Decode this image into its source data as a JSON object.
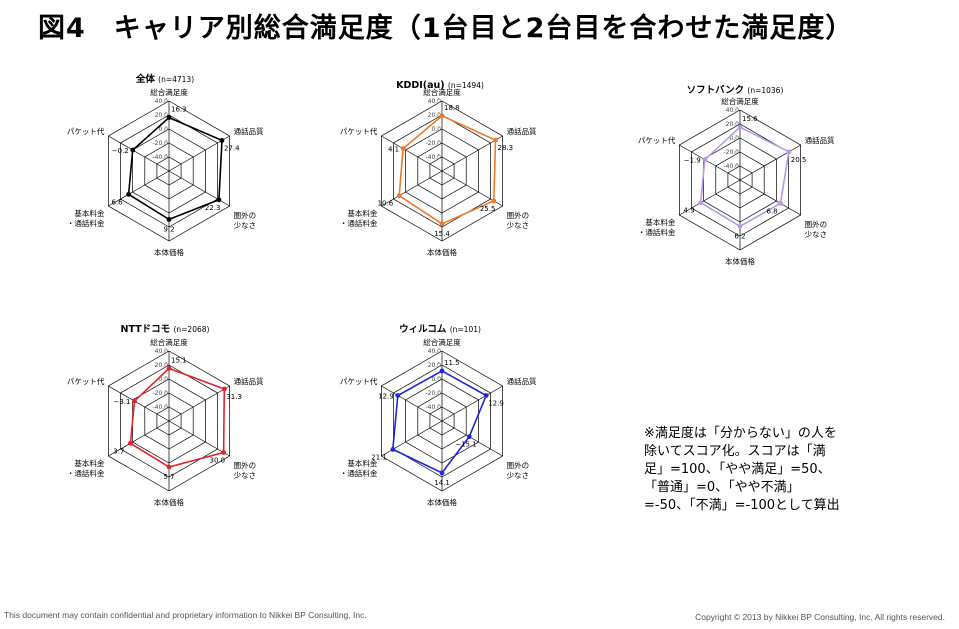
{
  "page": {
    "title": "図4　キャリア別総合満足度（1台目と2台目を合わせた満足度）",
    "note": "※満足度は「分からない」の人を除いてスコア化。スコアは「満足」=100、「やや満足」=50、「普通」=0、「やや不満」=-50、「不満」=-100として算出",
    "footer_left": "This document may contain confidential and proprietary information to Nikkei BP Consulting, Inc.",
    "footer_right": "Copyright © 2013 by Nikkei BP Consulting, Inc. All rights reserved."
  },
  "chart_data": [
    {
      "type": "radar",
      "title": "全体",
      "n_label": "(n=4713)",
      "color": "#000000",
      "axes": [
        "総合満足度",
        "通話品質",
        "圏外の少なさ",
        "本体価格",
        "基本料金・通話料金",
        "パケット代"
      ],
      "ticks": [
        40.0,
        20.0,
        0.0,
        -20.0,
        -40.0
      ],
      "range": [
        -60,
        40
      ],
      "values": [
        16.3,
        27.4,
        22.3,
        9.2,
        6.6,
        -0.2
      ],
      "value_labels": [
        "16.3",
        "27.4",
        "22.3",
        "9.2",
        "6.6",
        "−0.2"
      ]
    },
    {
      "type": "radar",
      "title": "KDDI(au)",
      "n_label": "(n=1494)",
      "color": "#ee7a2a",
      "axes": [
        "総合満足度",
        "通話品質",
        "圏外の少なさ",
        "本体価格",
        "基本料金・通話料金",
        "パケット代"
      ],
      "ticks": [
        40.0,
        20.0,
        0.0,
        -20.0,
        -40.0
      ],
      "range": [
        -60,
        40
      ],
      "values": [
        18.8,
        28.3,
        25.5,
        15.4,
        10.6,
        4.1
      ],
      "value_labels": [
        "18.8",
        "28.3",
        "25.5",
        "15.4",
        "10.6",
        "4.1"
      ]
    },
    {
      "type": "radar",
      "title": "ソフトバンク",
      "n_label": "(n=1036)",
      "color": "#b79ae4",
      "axes": [
        "総合満足度",
        "通話品質",
        "圏外の少なさ",
        "本体価格",
        "基本料金・通話料金",
        "パケット代"
      ],
      "ticks": [
        40.0,
        20.0,
        0.0,
        -20.0,
        -40.0
      ],
      "range": [
        -60,
        40
      ],
      "values": [
        15.6,
        20.5,
        6.8,
        6.2,
        4.9,
        -1.9
      ],
      "value_labels": [
        "15.6",
        "20.5",
        "6.8",
        "6.2",
        "4.9",
        "−1.9"
      ]
    },
    {
      "type": "radar",
      "title": "NTTドコモ",
      "n_label": "(n=2068)",
      "color": "#e8202a",
      "axes": [
        "総合満足度",
        "通話品質",
        "圏外の少なさ",
        "本体価格",
        "基本料金・通話料金",
        "パケット代"
      ],
      "ticks": [
        40.0,
        20.0,
        0.0,
        -20.0,
        -40.0
      ],
      "range": [
        -60,
        40
      ],
      "values": [
        15.1,
        31.3,
        30.0,
        5.7,
        3.7,
        -3.1
      ],
      "value_labels": [
        "15.1",
        "31.3",
        "30.0",
        "5.7",
        "3.7",
        "−3.1"
      ]
    },
    {
      "type": "radar",
      "title": "ウィルコム",
      "n_label": "(n=101)",
      "color": "#1f28d8",
      "axes": [
        "総合満足度",
        "通話品質",
        "圏外の少なさ",
        "本体価格",
        "基本料金・通話料金",
        "パケット代"
      ],
      "ticks": [
        40.0,
        20.0,
        0.0,
        -20.0,
        -40.0
      ],
      "range": [
        -60,
        40
      ],
      "values": [
        11.5,
        12.9,
        -15.1,
        14.1,
        21.1,
        12.9
      ],
      "value_labels": [
        "11.5",
        "12.9",
        "−15.1",
        "14.1",
        "21.1",
        "12.9"
      ]
    }
  ]
}
